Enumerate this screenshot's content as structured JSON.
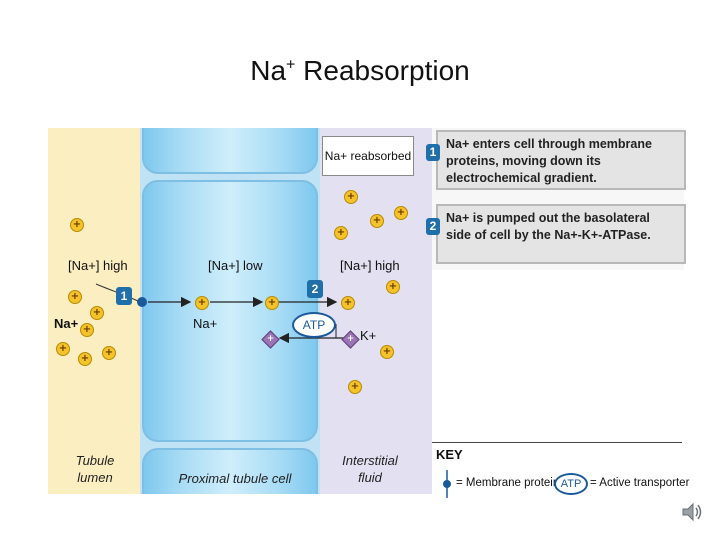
{
  "slide": {
    "title_main": "Na",
    "title_sup": "+",
    "title_rest": " Reabsorption"
  },
  "diagram": {
    "legend_label": "Na+ reabsorbed",
    "regions": {
      "lumen_line1": "Tubule",
      "lumen_line2": "lumen",
      "cell": "Proximal tubule cell",
      "fluid_line1": "Interstitial",
      "fluid_line2": "fluid"
    },
    "concentrations": {
      "lumen": "[Na+] high",
      "cell": "[Na+] low",
      "fluid": "[Na+] high"
    },
    "ion_labels": {
      "na_lumen": "Na+",
      "na_cell": "Na+",
      "k_fluid": "K+"
    },
    "step_badges": [
      "1",
      "2"
    ],
    "atp_label": "ATP",
    "colors": {
      "lumen": "#fbeec0",
      "cell": "#a9dcf5",
      "fluid": "#e3e1f1",
      "na_ion": "#f4c22a",
      "k_ion": "#9b74b6",
      "protein": "#1a5a9a",
      "badge": "#1f6fab"
    }
  },
  "steps": [
    {
      "number": "1",
      "text": "Na+ enters cell through membrane proteins, moving down its electrochemical gradient."
    },
    {
      "number": "2",
      "text": "Na+ is pumped out the basolateral side of cell by the Na+-K+-ATPase."
    }
  ],
  "key": {
    "title": "KEY",
    "membrane_protein": "= Membrane protein",
    "atp_symbol": "ATP",
    "active_transporter": "= Active transporter"
  },
  "icons": {
    "speaker": "speaker-icon"
  }
}
